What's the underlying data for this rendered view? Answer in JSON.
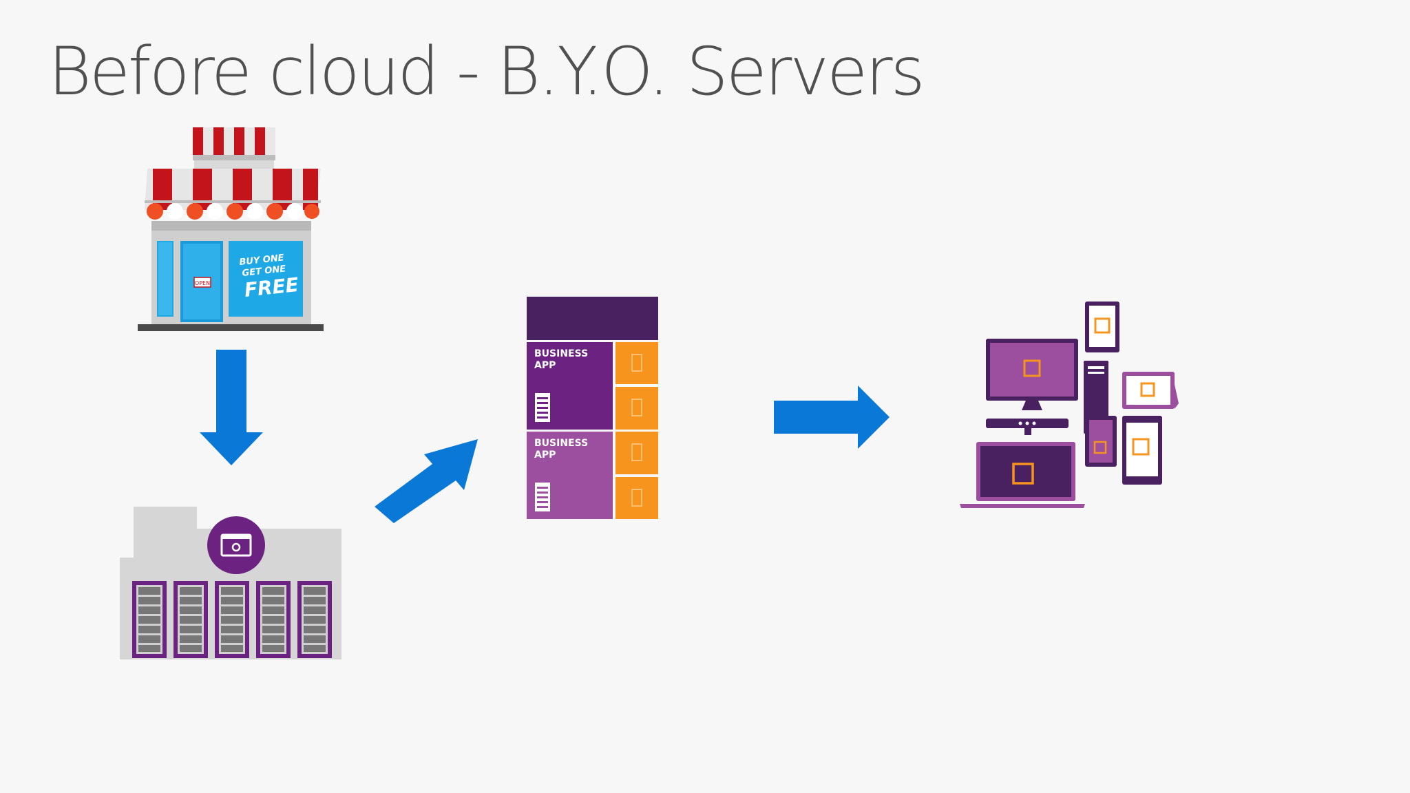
{
  "title": "Before cloud - B.Y.O. Servers",
  "store": {
    "sign_door": "OPEN",
    "promo_line1": "BUY ONE",
    "promo_line2": "GET ONE",
    "promo_line3": "FREE"
  },
  "app_stack": {
    "tile1_line1": "BUSINESS",
    "tile1_line2": "APP",
    "tile2_line1": "BUSINESS",
    "tile2_line2": "APP"
  },
  "colors": {
    "arrow": "#0a78d7",
    "purple_dark": "#4a2160",
    "purple": "#6b2280",
    "purple_light": "#9b4f9e",
    "orange": "#f6941d",
    "awning_red": "#c4141b",
    "glass_blue": "#1fa8e6"
  },
  "icons": [
    "storefront-icon",
    "datacenter-icon",
    "business-app-tiles-icon",
    "devices-icon",
    "arrow-icon"
  ]
}
